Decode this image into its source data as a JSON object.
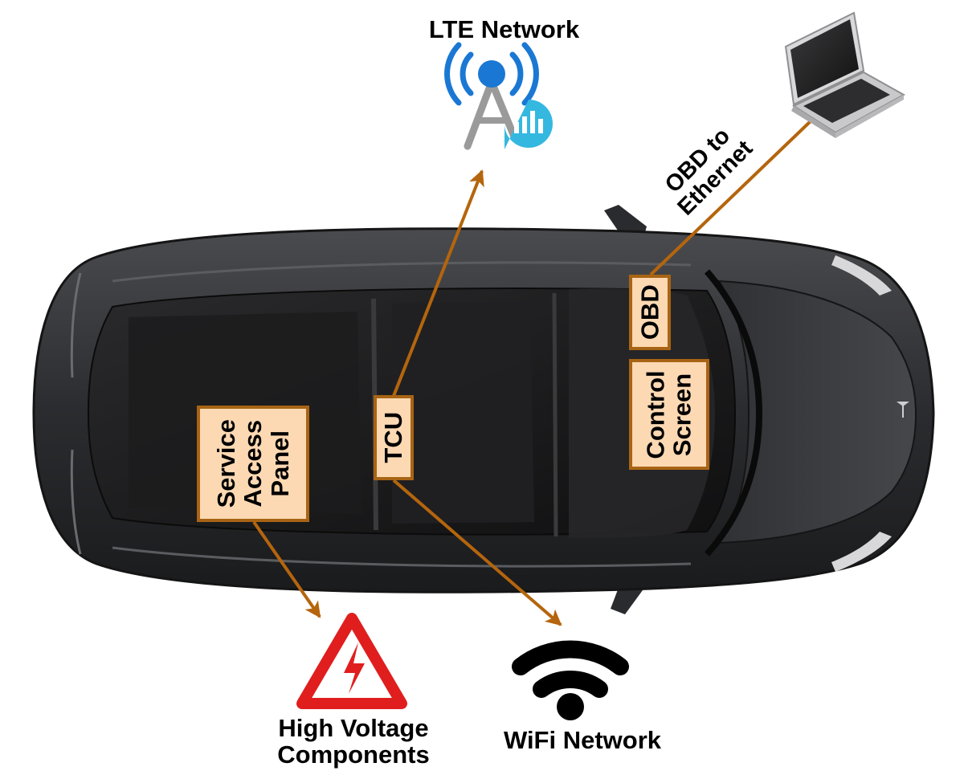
{
  "title": "",
  "nodes": {
    "lte": {
      "label": "LTE Network"
    },
    "wifi": {
      "label": "WiFi Network"
    },
    "hv": {
      "line1": "High Voltage",
      "line2": "Components"
    },
    "obd_link": {
      "line1": "OBD to",
      "line2": "Ethernet"
    }
  },
  "components": {
    "service_panel": {
      "line1": "Service",
      "line2": "Access",
      "line3": "Panel"
    },
    "tcu": {
      "label": "TCU"
    },
    "obd": {
      "label": "OBD"
    },
    "control_screen": {
      "line1": "Control",
      "line2": "Screen"
    }
  },
  "icons": {
    "lte": "cell-tower-icon",
    "wifi": "wifi-icon",
    "hv": "high-voltage-warning-icon",
    "laptop": "laptop-icon",
    "car": "car-top-view-icon",
    "logo": "car-brand-logo-icon"
  },
  "colors": {
    "connector": "#b5650d",
    "box_fill": "#fcd9b3",
    "box_border": "#a86414",
    "car_body": "#2f3033",
    "lte_blue": "#1a78d4",
    "lte_badge": "#35b8e0",
    "warning_red": "#e01e1e"
  }
}
